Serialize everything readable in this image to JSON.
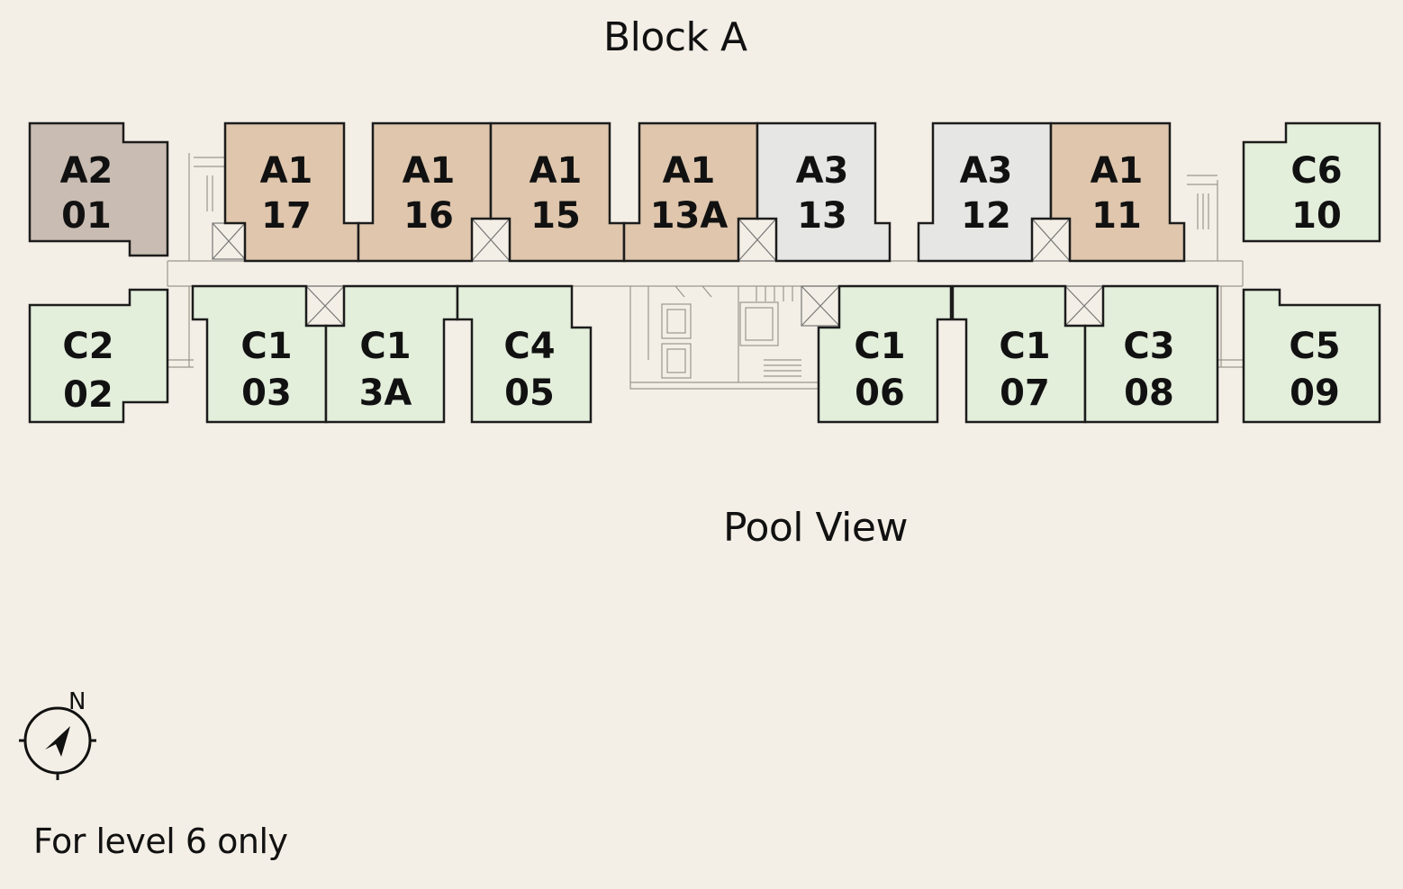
{
  "header": {
    "title": "Block A"
  },
  "view_label": "Pool View",
  "footnote": "For level 6 only",
  "compass": {
    "label": "N",
    "icon": "north-arrow-icon"
  },
  "colors": {
    "A1": "#dfc6ad",
    "A2": "#c9bcb2",
    "A3": "#e6e6e5",
    "C": "#e3eedb",
    "outline": "#1c1c1c",
    "background": "#f4efe6"
  },
  "units": [
    {
      "type": "A2",
      "number": "01",
      "color": "A2"
    },
    {
      "type": "A1",
      "number": "17",
      "color": "A1"
    },
    {
      "type": "A1",
      "number": "16",
      "color": "A1"
    },
    {
      "type": "A1",
      "number": "15",
      "color": "A1"
    },
    {
      "type": "A1",
      "number": "13A",
      "color": "A1"
    },
    {
      "type": "A3",
      "number": "13",
      "color": "A3"
    },
    {
      "type": "A3",
      "number": "12",
      "color": "A3"
    },
    {
      "type": "A1",
      "number": "11",
      "color": "A1"
    },
    {
      "type": "C6",
      "number": "10",
      "color": "C"
    },
    {
      "type": "C2",
      "number": "02",
      "color": "C"
    },
    {
      "type": "C1",
      "number": "03",
      "color": "C"
    },
    {
      "type": "C1",
      "number": "3A",
      "color": "C"
    },
    {
      "type": "C4",
      "number": "05",
      "color": "C"
    },
    {
      "type": "C1",
      "number": "06",
      "color": "C"
    },
    {
      "type": "C1",
      "number": "07",
      "color": "C"
    },
    {
      "type": "C3",
      "number": "08",
      "color": "C"
    },
    {
      "type": "C5",
      "number": "09",
      "color": "C"
    }
  ]
}
